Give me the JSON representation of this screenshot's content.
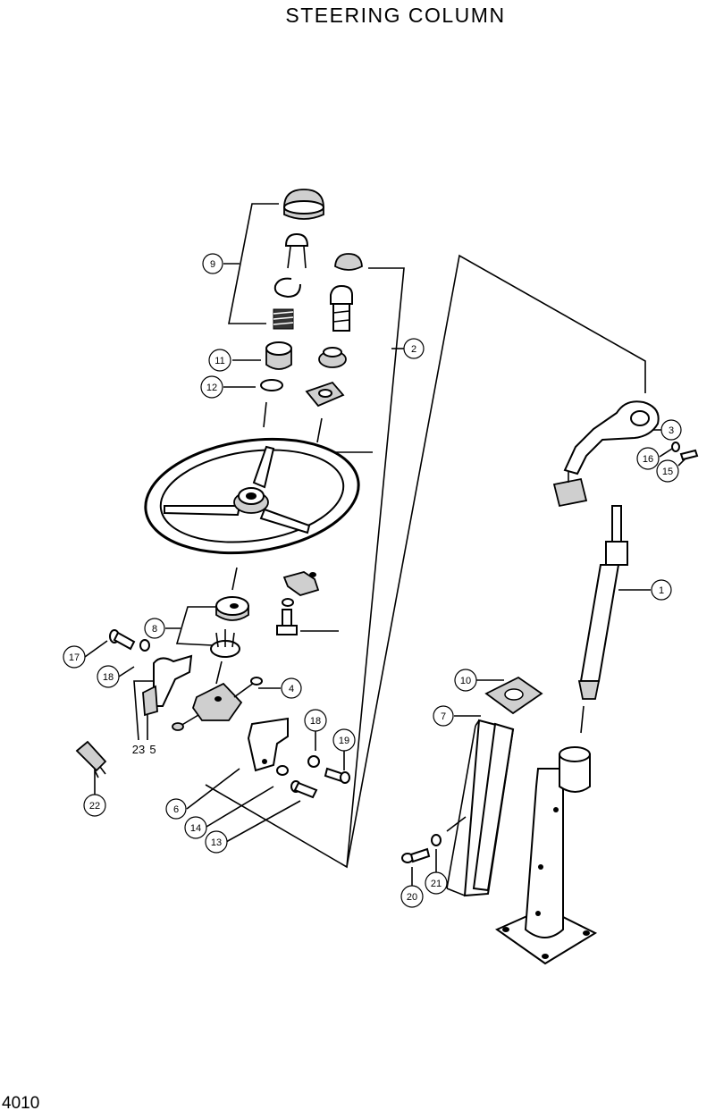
{
  "title": "STEERING  COLUMN",
  "page_number": "4010",
  "callouts": {
    "c1": "1",
    "c2": "2",
    "c3": "3",
    "c4": "4",
    "c5": "5",
    "c6": "6",
    "c7": "7",
    "c8": "8",
    "c9": "9",
    "c10": "10",
    "c11": "11",
    "c12": "12",
    "c13": "13",
    "c14": "14",
    "c15": "15",
    "c16": "16",
    "c17": "17",
    "c18a": "18",
    "c18b": "18",
    "c19": "19",
    "c20": "20",
    "c21": "21",
    "c22": "22",
    "c23": "23"
  }
}
